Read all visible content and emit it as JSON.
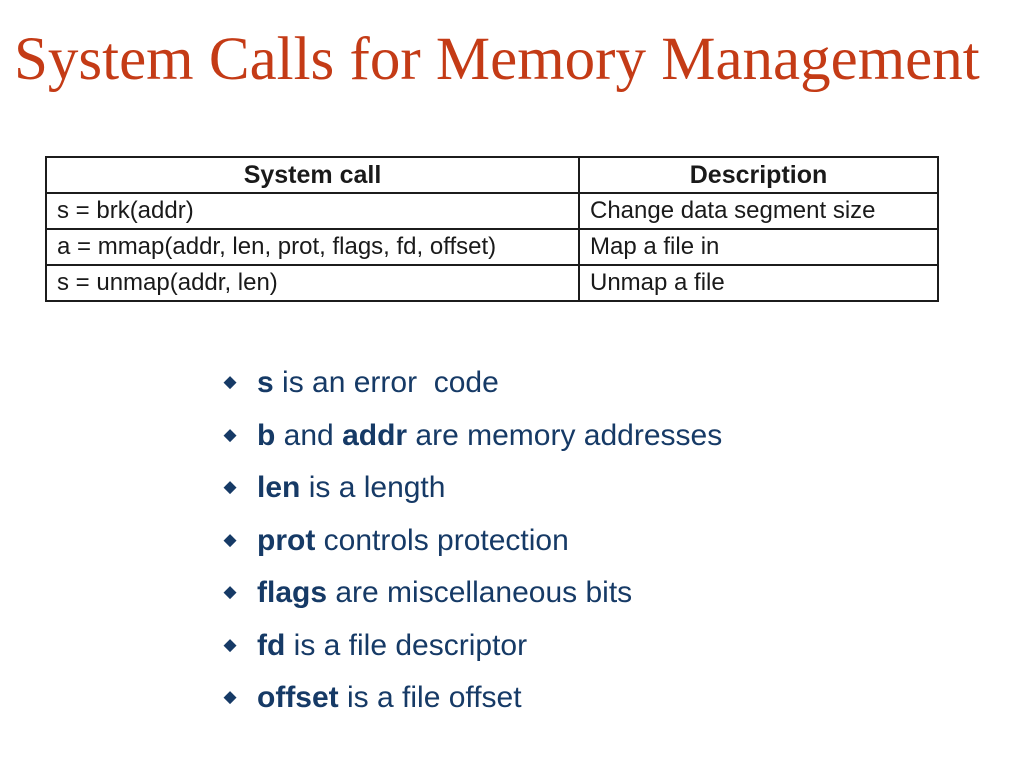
{
  "title": {
    "text": "System Calls for Memory Management"
  },
  "colors": {
    "title_red": "#c43b16",
    "body_navy": "#163a66",
    "table_border": "#1c1c1c",
    "background": "#ffffff"
  },
  "table": {
    "headers": [
      "System call",
      "Description"
    ],
    "rows": [
      [
        "s = brk(addr)",
        "Change data segment size"
      ],
      [
        "a = mmap(addr, len, prot, flags, fd, offset)",
        "Map a file in"
      ],
      [
        "s = unmap(addr, len)",
        "Unmap a file"
      ]
    ]
  },
  "bullets": {
    "glyph": "◆",
    "items": [
      {
        "segments": [
          {
            "text": "s",
            "bold": true
          },
          {
            "text": " is an error  code",
            "bold": false
          }
        ]
      },
      {
        "segments": [
          {
            "text": "b",
            "bold": true
          },
          {
            "text": " and ",
            "bold": false
          },
          {
            "text": "addr",
            "bold": true
          },
          {
            "text": " are memory addresses",
            "bold": false
          }
        ]
      },
      {
        "segments": [
          {
            "text": "len",
            "bold": true
          },
          {
            "text": " is a length",
            "bold": false
          }
        ]
      },
      {
        "segments": [
          {
            "text": "prot",
            "bold": true
          },
          {
            "text": " controls protection",
            "bold": false
          }
        ]
      },
      {
        "segments": [
          {
            "text": "flags",
            "bold": true
          },
          {
            "text": " are miscellaneous bits",
            "bold": false
          }
        ]
      },
      {
        "segments": [
          {
            "text": "fd",
            "bold": true
          },
          {
            "text": " is a file descriptor",
            "bold": false
          }
        ]
      },
      {
        "segments": [
          {
            "text": "offset",
            "bold": true
          },
          {
            "text": " is a file offset",
            "bold": false
          }
        ]
      }
    ]
  }
}
